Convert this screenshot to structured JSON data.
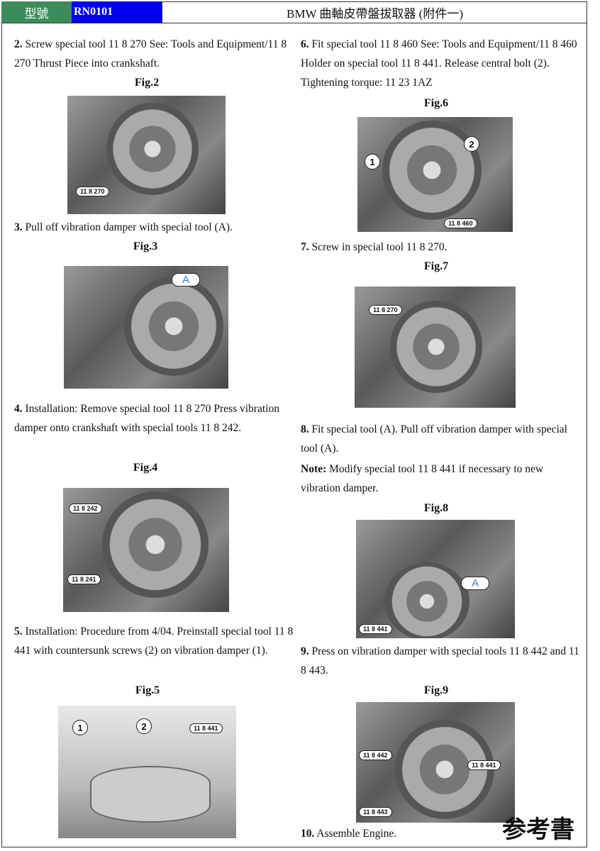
{
  "header": {
    "model_label": "型號",
    "model": "RN0101",
    "title": "BMW 曲軸皮帶盤拔取器 (附件一)"
  },
  "steps": [
    {
      "num": "2.",
      "text": "Screw special tool 11 8 270 See: Tools and Equipment/11 8 270 Thrust Piece into crankshaft."
    },
    {
      "num": "3.",
      "text": "Pull off vibration damper with special tool (A)."
    },
    {
      "num": "4.",
      "text": "Installation: Remove special tool 11 8 270 Press vibration damper onto crankshaft with special tools 11 8 242."
    },
    {
      "num": "5.",
      "text": "Installation: Procedure from 4/04. Preinstall special tool 11 8 441 with countersunk screws (2) on vibration damper (1)."
    },
    {
      "num": "6.",
      "text": "Fit special tool 11 8 460 See: Tools and Equipment/11 8 460 Holder on special tool 11 8 441. Release central bolt (2). Tightening torque: 11 23 1AZ"
    },
    {
      "num": "7.",
      "text": "Screw in special tool 11 8 270."
    },
    {
      "num": "8.",
      "text": "Fit special tool (A). Pull off vibration damper with special tool (A)."
    },
    {
      "num": "9.",
      "text": "Press on vibration damper with special tools 11 8 442 and 11 8 443."
    },
    {
      "num": "10.",
      "text": "Assemble Engine."
    }
  ],
  "note": {
    "label": "Note:",
    "text": "Modify special tool 11 8 441 if necessary to new vibration damper."
  },
  "figures": {
    "fig2": {
      "label": "Fig.2",
      "callouts": [
        "11 8 270"
      ]
    },
    "fig3": {
      "label": "Fig.3",
      "callouts": [
        "A"
      ]
    },
    "fig4": {
      "label": "Fig.4",
      "callouts": [
        "11 8 242",
        "11 8 241"
      ]
    },
    "fig5": {
      "label": "Fig.5",
      "callouts": [
        "1",
        "2",
        "11 8 441"
      ]
    },
    "fig6": {
      "label": "Fig.6",
      "callouts": [
        "1",
        "2",
        "11 8 460"
      ]
    },
    "fig7": {
      "label": "Fig.7",
      "callouts": [
        "11 8 270"
      ]
    },
    "fig8": {
      "label": "Fig.8",
      "callouts": [
        "A",
        "11 8 441"
      ]
    },
    "fig9": {
      "label": "Fig.9",
      "callouts": [
        "11 8 442",
        "11 8 441",
        "11 8 443"
      ]
    }
  },
  "watermark": "参考書"
}
